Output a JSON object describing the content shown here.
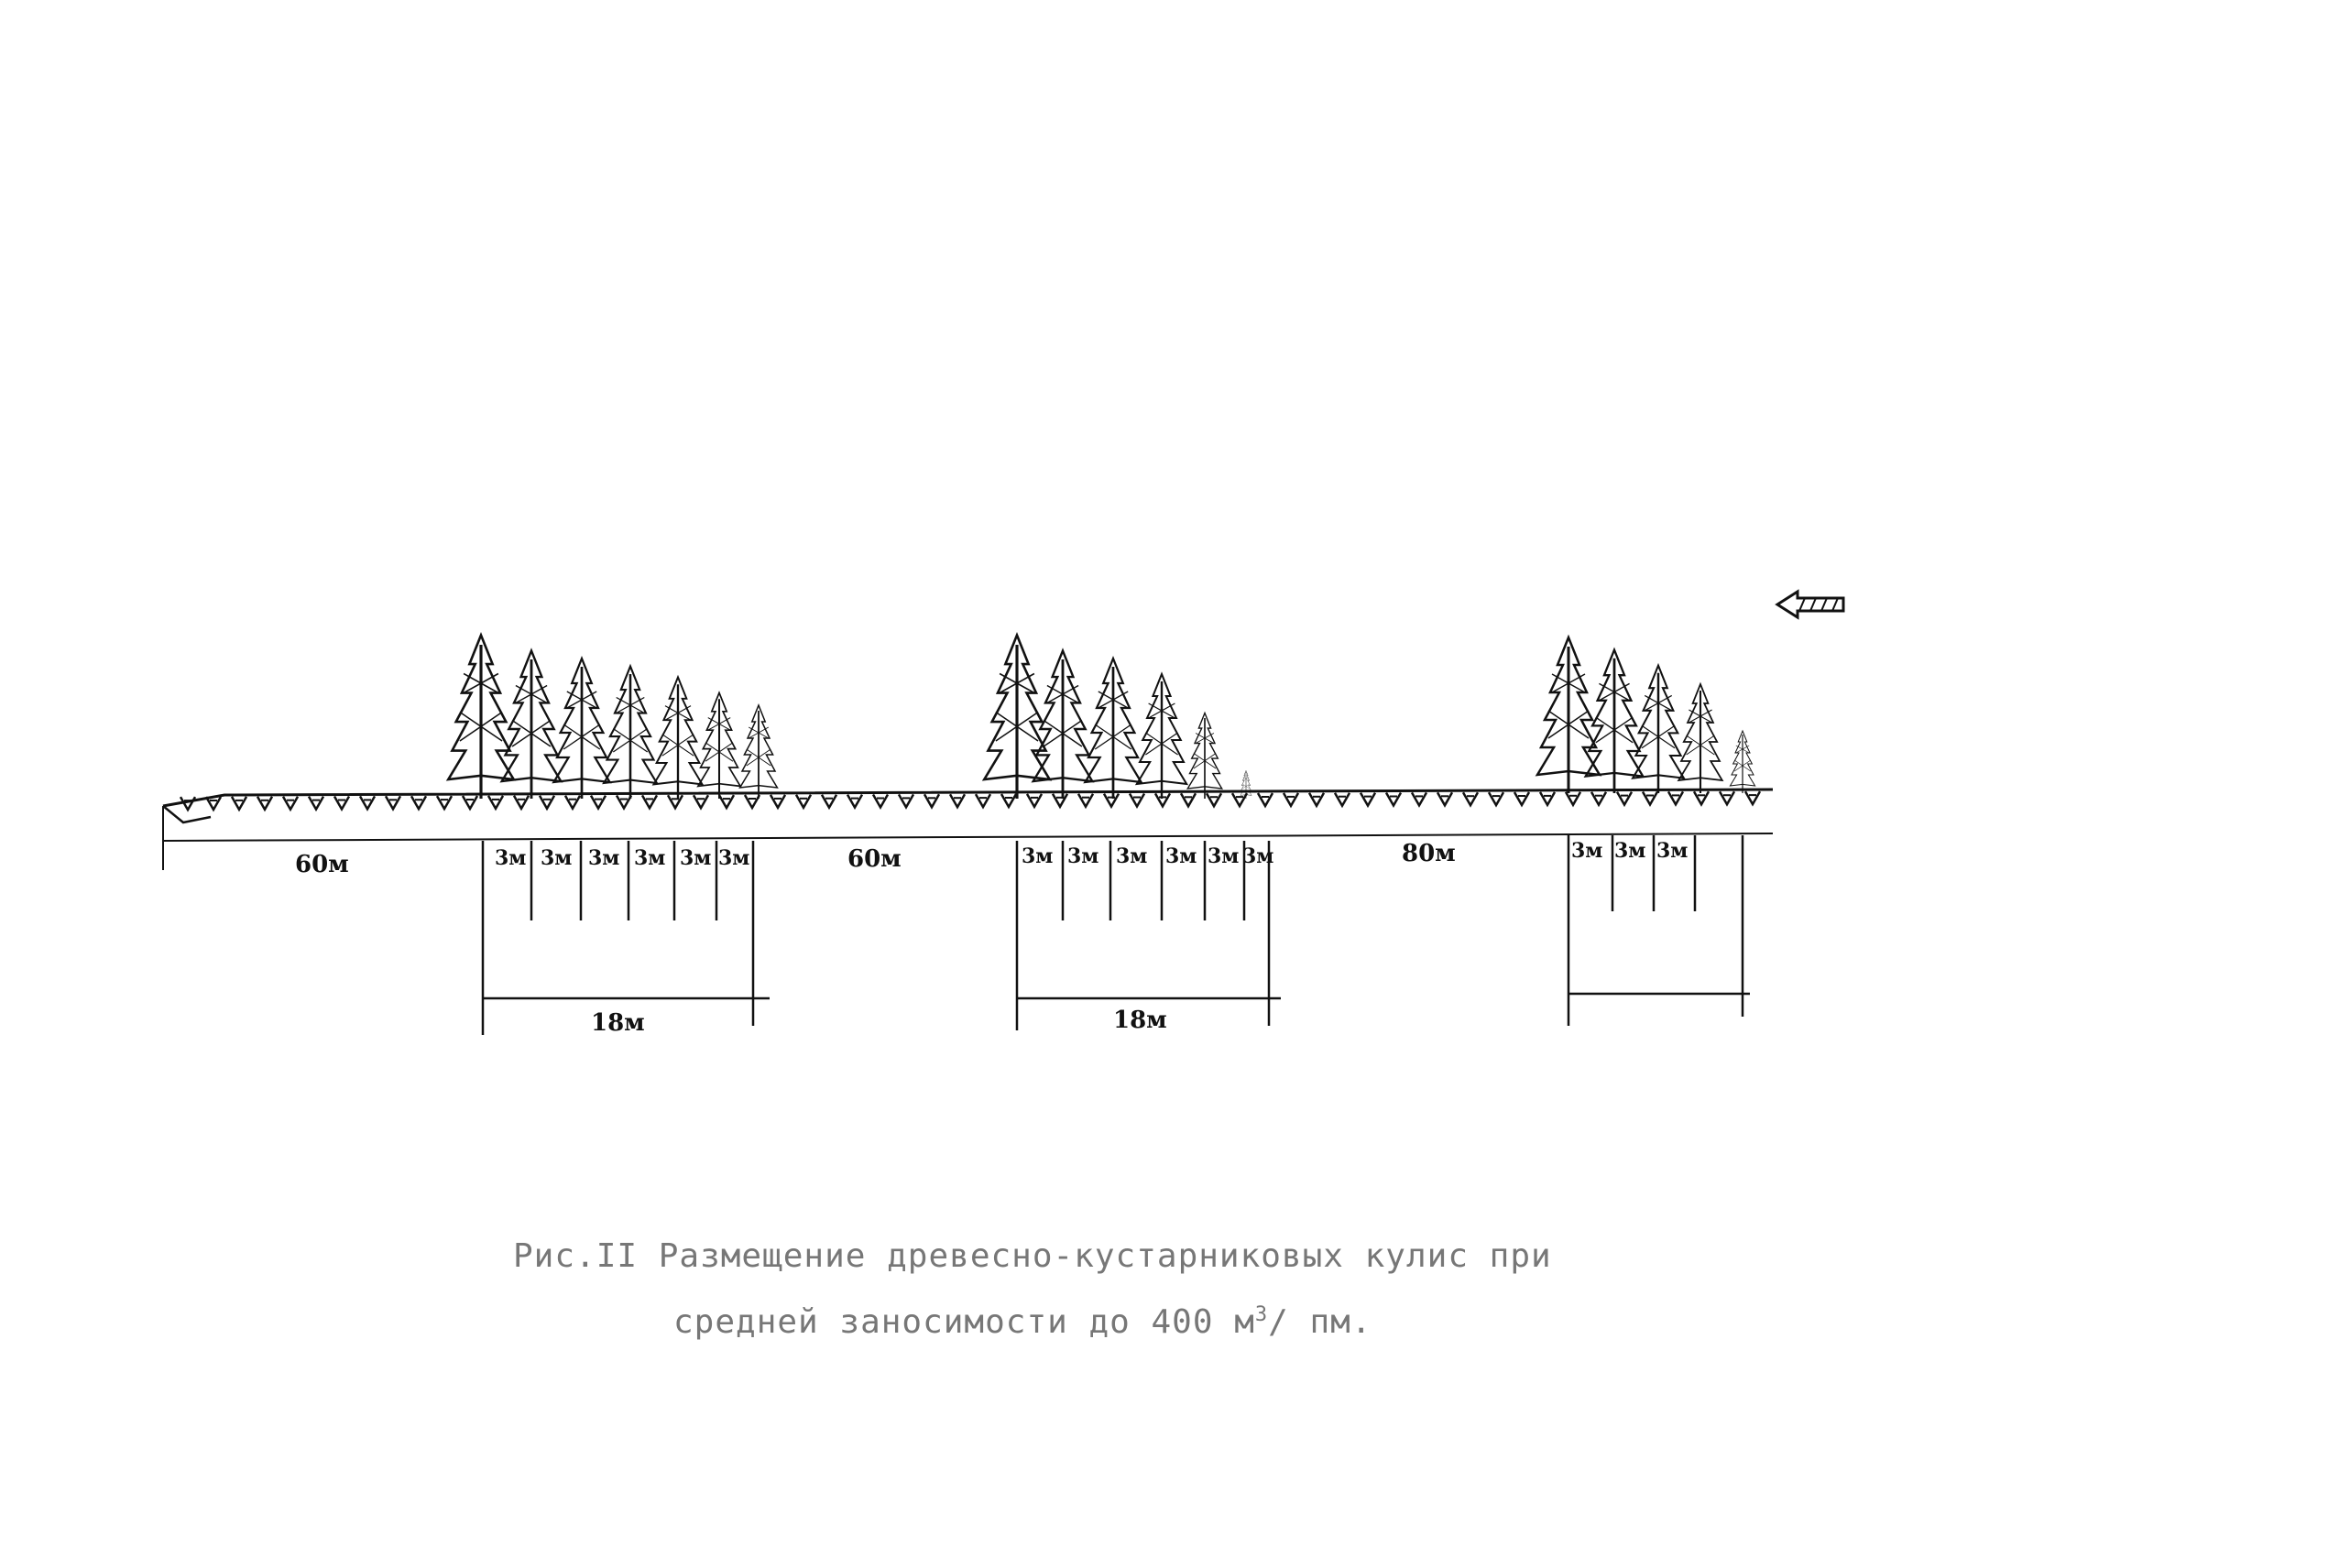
{
  "diagram": {
    "spans": [
      {
        "label": "60м"
      },
      {
        "label": "60м"
      },
      {
        "label": "80м"
      }
    ],
    "belts": [
      {
        "row_spacings": [
          "3м",
          "3м",
          "3м",
          "3м",
          "3м",
          "3м"
        ],
        "total": "18м"
      },
      {
        "row_spacings": [
          "3м",
          "3м",
          "3м",
          "3м",
          "3м",
          "3м"
        ],
        "total": "18м"
      },
      {
        "row_spacings": [
          "3м",
          "3м",
          "3м"
        ],
        "total": ""
      }
    ],
    "wind_arrow_icon": "left-arrow-icon",
    "colors": {
      "ink": "#111111",
      "caption": "#777777"
    }
  },
  "caption": {
    "line1": "Рис.II  Размещение древесно-кустарниковых кулис при",
    "line2_before": "средней заносимости до 400  м",
    "line2_sup": "3",
    "line2_after": "/ пм."
  }
}
